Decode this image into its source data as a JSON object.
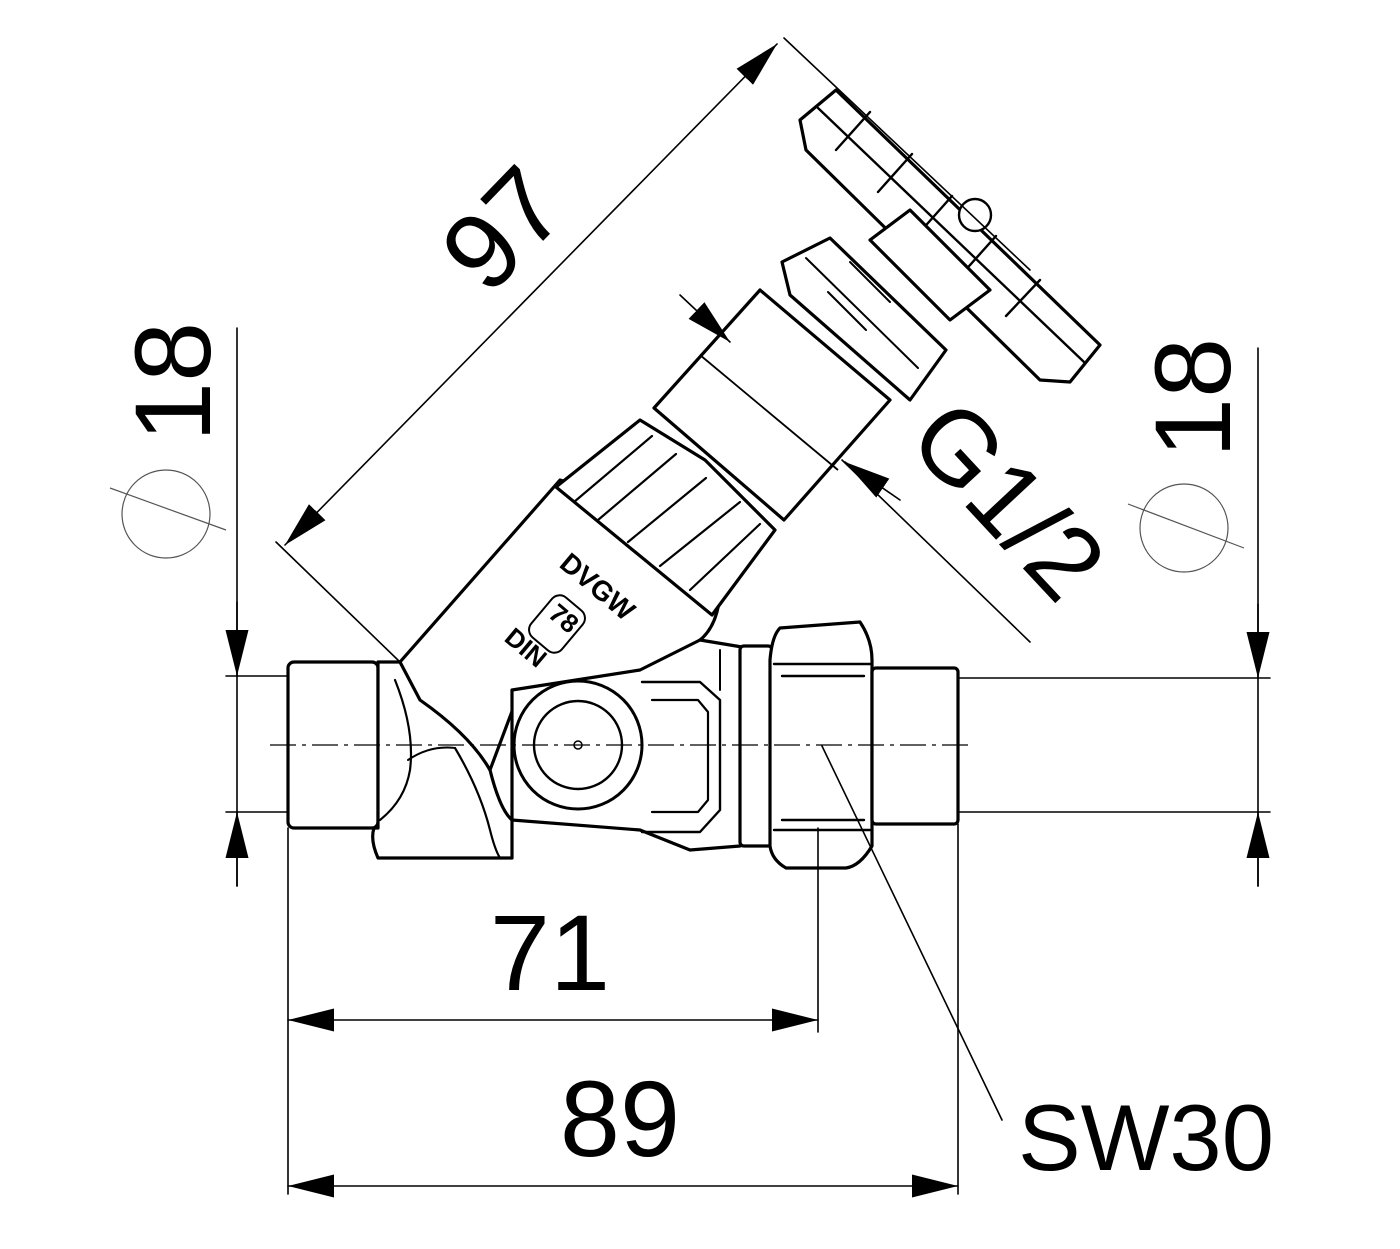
{
  "dimensions": {
    "handle_length": "97",
    "left_diameter": "18",
    "right_diameter": "18",
    "thread": "G1/2",
    "inner_length": "71",
    "overall_length": "89",
    "wrench_size": "SW30"
  },
  "markings": {
    "approval": "DVGW",
    "pressure": "78",
    "standard": "DIN"
  },
  "colors": {
    "line": "#000000",
    "background": "#ffffff",
    "thin": "#555555"
  }
}
